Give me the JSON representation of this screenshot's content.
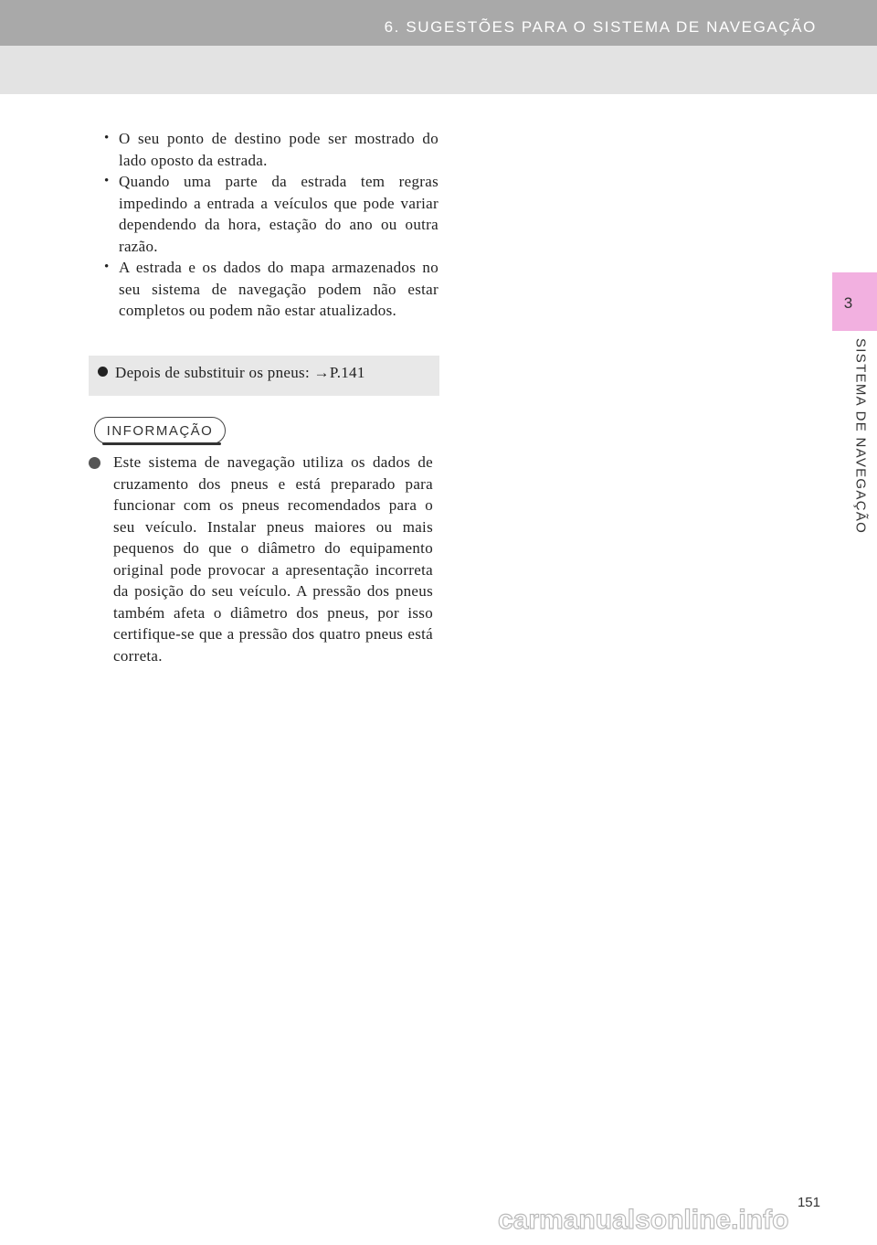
{
  "header": {
    "title": "6. SUGESTÕES PARA O SISTEMA DE NAVEGAÇÃO"
  },
  "side_tab": {
    "number": "3",
    "label": "SISTEMA DE NAVEGAÇÃO"
  },
  "bullets": [
    "O seu ponto de destino pode ser mostrado do lado oposto da estrada.",
    "Quando uma parte da estrada tem regras impedindo a entrada a veículos que pode variar dependendo da hora, estação do ano ou outra razão.",
    "A estrada e os dados do mapa armazenados no seu sistema de navegação podem não estar completos ou podem não estar atualizados."
  ],
  "reference": {
    "text": "Depois de substituir os pneus: →P.141"
  },
  "info": {
    "label": "INFORMAÇÃO",
    "text": "Este sistema de navegação utiliza os dados de cruzamento dos pneus e está preparado para funcionar com os pneus recomendados para o seu veículo. Instalar pneus maiores ou mais pequenos do que o diâmetro do equipamento original pode provocar a apresentação incorreta da posição do seu veículo. A pressão dos pneus também afeta o diâmetro dos pneus, por isso certifique-se que a pressão dos quatro pneus está correta."
  },
  "page_number": "151",
  "watermark": "carmanualsonline.info",
  "colors": {
    "header_bar": "#a9a9a9",
    "header_sub": "#e3e3e3",
    "side_tab": "#f2b0e0",
    "reference_box": "#e8e8e8"
  }
}
